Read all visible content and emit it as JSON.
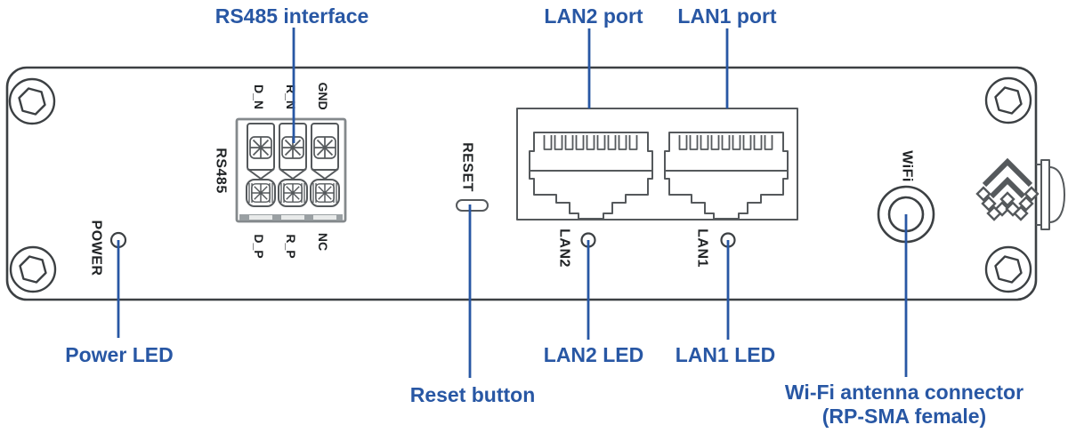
{
  "callouts": {
    "rs485_interface": "RS485 interface",
    "lan2_port": "LAN2 port",
    "lan1_port": "LAN1 port",
    "power_led": "Power LED",
    "reset_button": "Reset button",
    "lan2_led": "LAN2 LED",
    "lan1_led": "LAN1 LED",
    "wifi_antenna_line1": "Wi-Fi antenna connector",
    "wifi_antenna_line2": "(RP-SMA female)"
  },
  "panel": {
    "power_label": "POWER",
    "rs485_label": "RS485",
    "rs485_pins_top": [
      "D_N",
      "R_N",
      "GND"
    ],
    "rs485_pins_bottom": [
      "D_P",
      "R_P",
      "NC"
    ],
    "reset_label": "RESET",
    "lan2_label": "LAN2",
    "lan1_label": "LAN1",
    "wifi_label": "WiFi"
  },
  "colors": {
    "callout_blue": "#2857a4",
    "outline_dark": "#3c4043",
    "outline_med": "#55595c",
    "outline_gray": "#84898c",
    "text_black": "#202325"
  }
}
